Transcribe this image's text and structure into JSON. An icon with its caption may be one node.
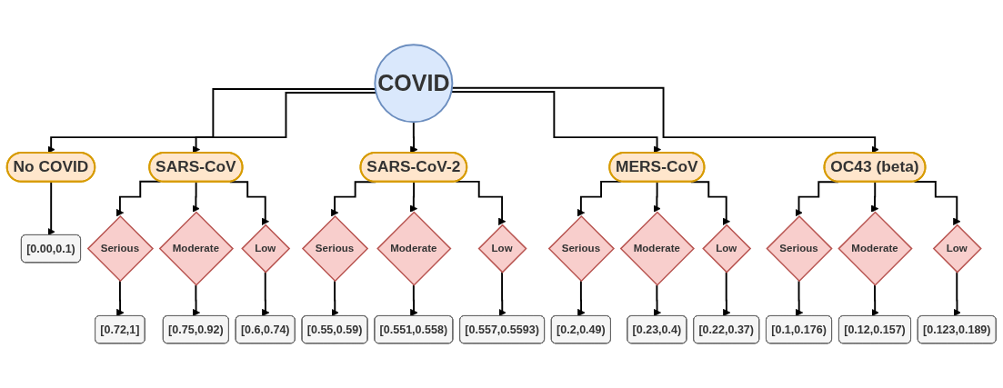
{
  "diagram": {
    "nodes": [
      {
        "text": [
          "COVID"
        ]
      },
      {
        "text": [
          "No COVID"
        ]
      },
      {
        "text": [
          "[0.00,0.1)"
        ]
      },
      {
        "text": [
          "SARS-CoV"
        ]
      },
      {
        "text": [
          "SARS-CoV-2"
        ]
      },
      {
        "text": [
          "MERS-CoV"
        ]
      },
      {
        "text": [
          "OC43 (beta)"
        ]
      },
      {
        "text": [
          "Serious"
        ]
      },
      {
        "text": [
          "Moderate"
        ]
      },
      {
        "text": [
          "Low"
        ]
      },
      {
        "text": [
          "Serious"
        ]
      },
      {
        "text": [
          "Moderate"
        ]
      },
      {
        "text": [
          "Low"
        ]
      },
      {
        "text": [
          "Serious"
        ]
      },
      {
        "text": [
          "Moderate"
        ]
      },
      {
        "text": [
          "Low"
        ]
      },
      {
        "text": [
          "Serious"
        ]
      },
      {
        "text": [
          "Moderate"
        ]
      },
      {
        "text": [
          "Low"
        ]
      },
      {
        "text": [
          "[0.72,1]"
        ]
      },
      {
        "text": [
          "[0.75,0.92)"
        ]
      },
      {
        "text": [
          "[0.6,0.74)"
        ]
      },
      {
        "text": [
          "[0.55,0.59)"
        ]
      },
      {
        "text": [
          "[0.551,0.558)"
        ]
      },
      {
        "text": [
          "[0.557,0.5593)"
        ]
      },
      {
        "text": [
          "[0.2,0.49)"
        ]
      },
      {
        "text": [
          "[0.23,0.4)"
        ]
      },
      {
        "text": [
          "[0.22,0.37)"
        ]
      },
      {
        "text": [
          "[0.1,0.176)"
        ]
      },
      {
        "text": [
          "[0.12,0.157)"
        ]
      },
      {
        "text": [
          "[0.123,0.189)"
        ]
      }
    ],
    "edges": [
      {
        "from": 0,
        "to": 3,
        "arrow": "to"
      },
      {
        "from": 0,
        "to": 4,
        "arrow": "to"
      },
      {
        "from": 0,
        "to": 5,
        "arrow": "to"
      },
      {
        "from": 0,
        "to": 6,
        "arrow": "to"
      },
      {
        "from": 0,
        "to": 1,
        "arrow": "to"
      },
      {
        "from": 1,
        "to": 2,
        "arrow": "to"
      },
      {
        "from": 3,
        "to": 7,
        "arrow": "to"
      },
      {
        "from": 3,
        "to": 8,
        "arrow": "to"
      },
      {
        "from": 3,
        "to": 9,
        "arrow": "to"
      },
      {
        "from": 4,
        "to": 10,
        "arrow": "to"
      },
      {
        "from": 4,
        "to": 11,
        "arrow": "to"
      },
      {
        "from": 4,
        "to": 12,
        "arrow": "to"
      },
      {
        "from": 5,
        "to": 13,
        "arrow": "to"
      },
      {
        "from": 5,
        "to": 14,
        "arrow": "to"
      },
      {
        "from": 5,
        "to": 15,
        "arrow": "to"
      },
      {
        "from": 6,
        "to": 16,
        "arrow": "to"
      },
      {
        "from": 6,
        "to": 17,
        "arrow": "to"
      },
      {
        "from": 6,
        "to": 18,
        "arrow": "to"
      },
      {
        "from": 7,
        "to": 19,
        "arrow": "to"
      },
      {
        "from": 8,
        "to": 20,
        "arrow": "to"
      },
      {
        "from": 9,
        "to": 21,
        "arrow": "to"
      },
      {
        "from": 10,
        "to": 22,
        "arrow": "to"
      },
      {
        "from": 11,
        "to": 23,
        "arrow": "to"
      },
      {
        "from": 12,
        "to": 24,
        "arrow": "to"
      },
      {
        "from": 13,
        "to": 25,
        "arrow": "to"
      },
      {
        "from": 14,
        "to": 26,
        "arrow": "to"
      },
      {
        "from": 15,
        "to": 27,
        "arrow": "to"
      },
      {
        "from": 16,
        "to": 28,
        "arrow": "to"
      },
      {
        "from": 17,
        "to": 29,
        "arrow": "to"
      },
      {
        "from": 18,
        "to": 30,
        "arrow": "to"
      }
    ]
  }
}
